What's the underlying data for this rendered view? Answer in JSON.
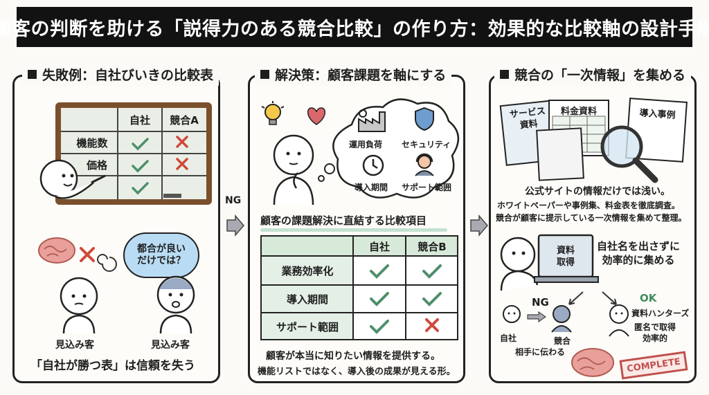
{
  "title": "顧客の判断を助ける「説得力のある競合比較」の作り方：効果的な比較軸の設計手順",
  "panel1": {
    "heading": "失敗例：自社びいきの比較表",
    "board": {
      "col_headers": [
        "自社",
        "競合A"
      ],
      "rows": [
        "機能数",
        "価格",
        ""
      ]
    },
    "bubble": "都合が良い\nだけでは？",
    "person_left": "見込み客",
    "person_right": "見込み客",
    "caption": "「自社が勝つ表」は信頼を失う"
  },
  "arrow1_label": "NG",
  "panel2": {
    "heading": "解決策：顧客課題を軸にする",
    "thought_items": [
      "運用負荷",
      "セキュリティ",
      "導入期間",
      "サポート範囲"
    ],
    "table_title": "顧客の課題解決に直結する比較項目",
    "table_headers": [
      "自社",
      "競合B"
    ],
    "table_rows": [
      "業務効率化",
      "導入期間",
      "サポート範囲"
    ],
    "caption1": "顧客が本当に知りたい情報を提供する。",
    "caption2": "機能リストではなく、導入後の成果が見える形。"
  },
  "panel3": {
    "heading": "競合の「一次情報」を集める",
    "docs": [
      "サービス\n資料",
      "料金資料",
      "導入事例"
    ],
    "text1": "公式サイトの情報だけでは浅い。",
    "text2": "ホワイトペーパーや事例集、料金表を徹底調査。",
    "text3": "競合が顧客に提示している一次情報を集めて整理。",
    "laptop_screen": "資料\n取得",
    "collect_text": "自社名を出さずに\n効率的に集める",
    "ng_label": "NG",
    "ok_label": "OK",
    "own_label": "自社",
    "competitor_label": "競合",
    "leak_label": "相手に伝わる",
    "hunter_label": "資料ハンターズ",
    "hunter_desc": "匿名で取得\n効率的",
    "stamp": "COMPLETE"
  },
  "colors": {
    "green_check": "#4f8f6b",
    "red_cross": "#cf4a3c",
    "header_green": "#d7e9d9",
    "board_frame": "#7a4f2d"
  }
}
